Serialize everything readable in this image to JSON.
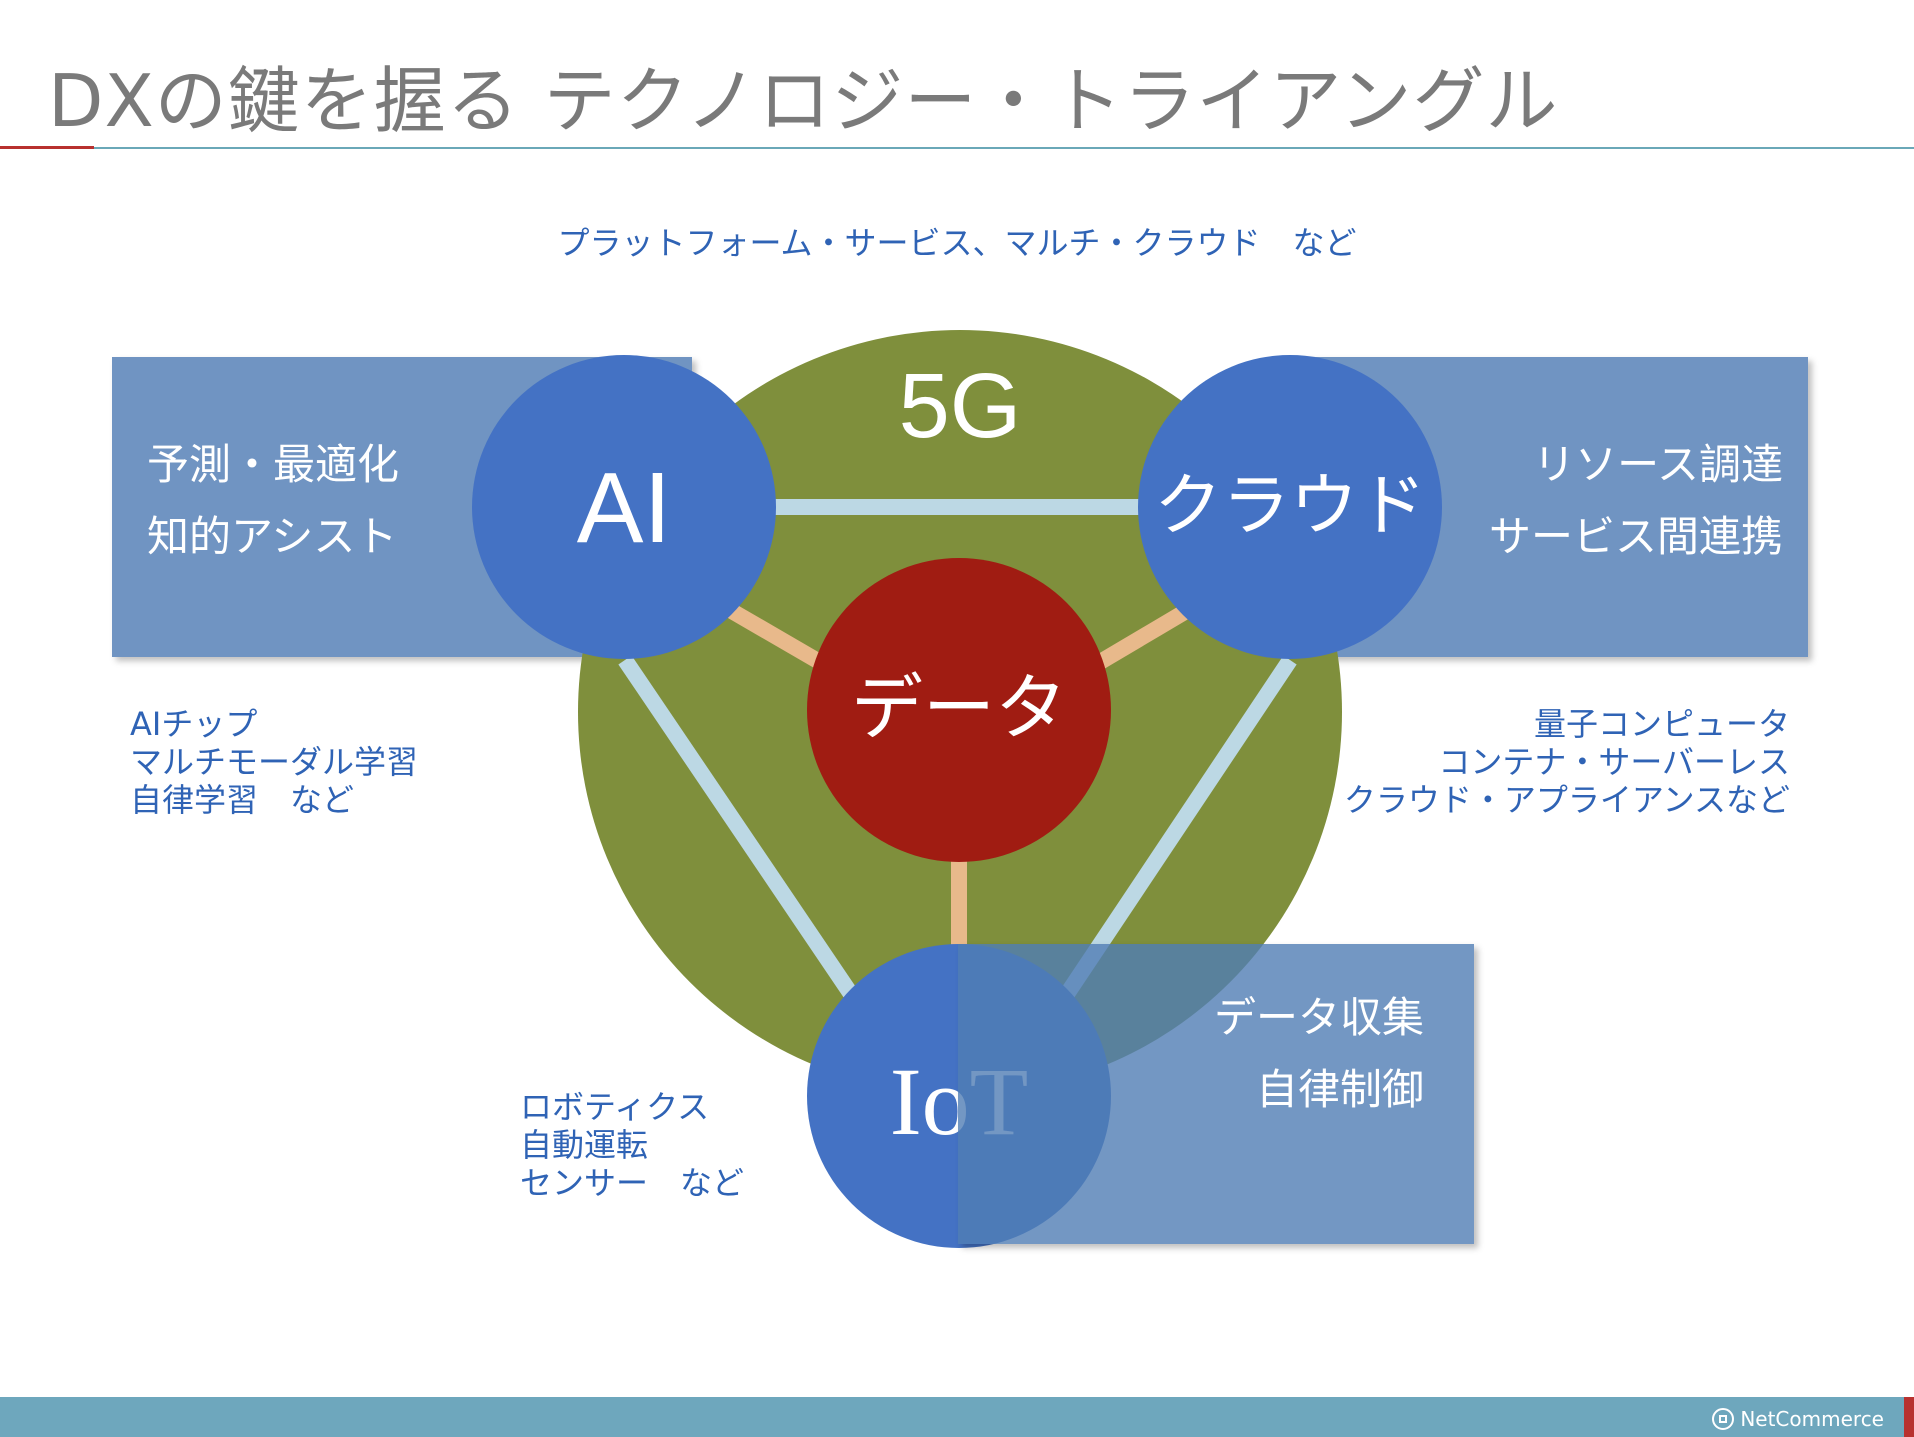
{
  "title": "DXの鍵を握る テクノロジー・トライアングル",
  "top_caption": "プラットフォーム・サービス、マルチ・クラウド　など",
  "ring_label": "5G",
  "nodes": {
    "ai": "AI",
    "cloud": "クラウド",
    "iot": "IoT",
    "data": "データ"
  },
  "panels": {
    "ai": [
      "予測・最適化",
      "知的アシスト"
    ],
    "cloud": [
      "リソース調達",
      "サービス間連携"
    ],
    "iot": [
      "データ収集",
      "自律制御"
    ]
  },
  "captions": {
    "ai": [
      "AIチップ",
      "マルチモーダル学習",
      "自律学習　など"
    ],
    "cloud": [
      "量子コンピュータ",
      "コンテナ・サーバーレス",
      "クラウド・アプライアンスなど"
    ],
    "iot": [
      "ロボティクス",
      "自動運転",
      "センサー　など"
    ]
  },
  "footer": {
    "brand": "NetCommerce"
  },
  "colors": {
    "node_blue": "#4472c4",
    "data_red": "#a01c12",
    "ring_green": "#7f8f3c",
    "panel_blue": "#6d93c1",
    "link_light_blue": "#bcd8e4",
    "link_peach": "#e8b98b",
    "caption_blue": "#2f63b5"
  }
}
